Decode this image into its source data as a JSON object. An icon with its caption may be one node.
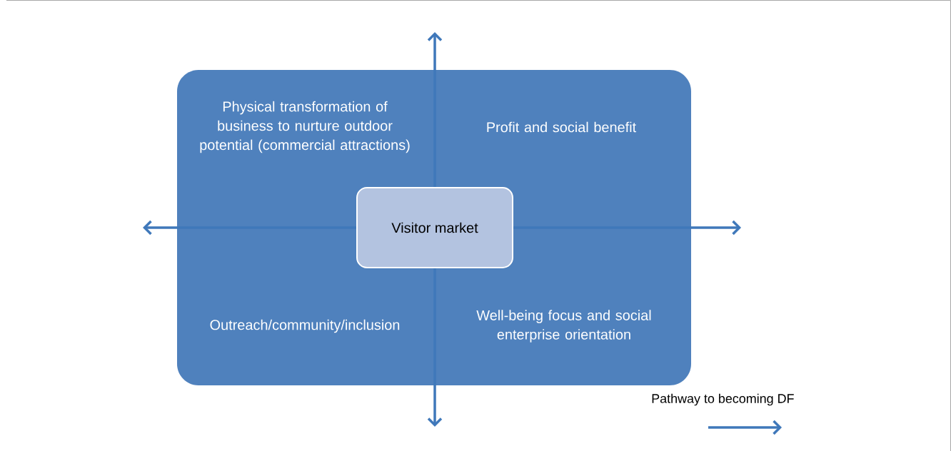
{
  "diagram": {
    "nodes": [
      {
        "text": [
          "Physical transformation of business to nurture outdoor potential (commercial attractions)",
          "Profit and social benefit",
          "Outreach/community/inclusion",
          "Well-being focus and social enterprise orientation"
        ]
      },
      {
        "text": [
          "Visitor market"
        ],
        "in": 0
      }
    ],
    "edges": [
      {
        "from": 1,
        "to": null,
        "arrow": "to"
      },
      {
        "from": 1,
        "to": null,
        "arrow": "to"
      },
      {
        "from": 1,
        "to": null,
        "arrow": "to"
      },
      {
        "from": 1,
        "to": null,
        "arrow": "to"
      }
    ],
    "legend": [
      {
        "text": "Pathway to becoming DF"
      }
    ]
  }
}
